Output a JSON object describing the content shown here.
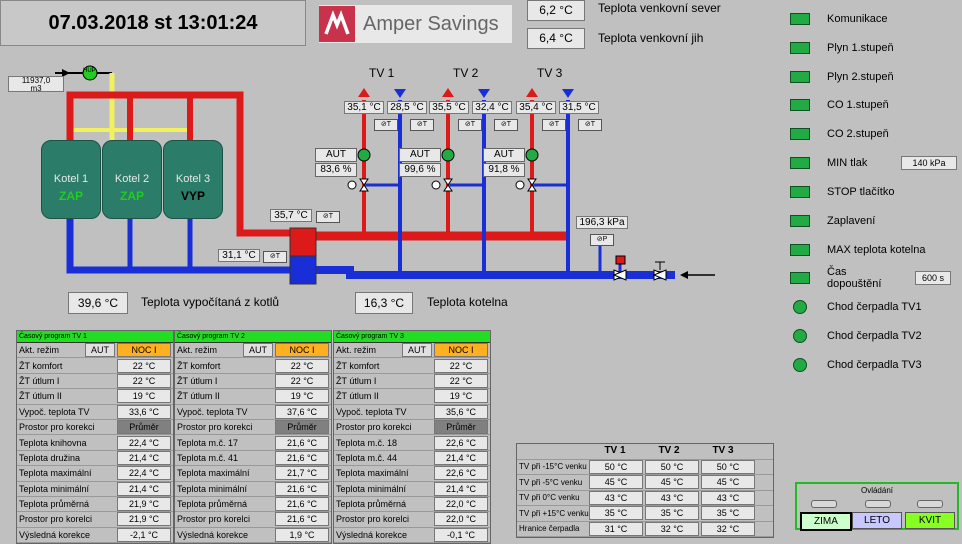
{
  "header": {
    "datetime": "07.03.2018 st 13:01:24",
    "logo_text": "Amper Savings"
  },
  "outdoor": {
    "north_value": "6,2 °C",
    "north_label": "Teplota venkovní sever",
    "south_value": "6,4 °C",
    "south_label": "Teplota venkovní jih"
  },
  "gas_meter": {
    "value": "11937,0",
    "unit": "m3"
  },
  "pump_label": "HUP",
  "boilers": [
    {
      "name": "Kotel 1",
      "state": "ZAP",
      "state_color": "#22cc22"
    },
    {
      "name": "Kotel 2",
      "state": "ZAP",
      "state_color": "#22cc22"
    },
    {
      "name": "Kotel 3",
      "state": "VYP",
      "state_color": "#000000"
    }
  ],
  "circuits": [
    {
      "name": "TV 1",
      "supply": "35,1 °C",
      "return": "28,5 °C",
      "mode": "AUT",
      "valve": "83,6 %"
    },
    {
      "name": "TV 2",
      "supply": "35,5 °C",
      "return": "32,4 °C",
      "mode": "AUT",
      "valve": "99,6 %"
    },
    {
      "name": "TV 3",
      "supply": "35,4 °C",
      "return": "31,5 °C",
      "mode": "AUT",
      "valve": "91,8 %"
    }
  ],
  "plant": {
    "header_temp": "35,7 °C",
    "return_temp": "31,1 °C",
    "pressure": "196,3 kPa",
    "calc_value": "39,6 °C",
    "calc_label": "Teplota vypočítaná z kotlů",
    "boiler_value": "16,3 °C",
    "boiler_label": "Teplota kotelna"
  },
  "status": [
    {
      "label": "Komunikace",
      "value": ""
    },
    {
      "label": "Plyn 1.stupeň",
      "value": ""
    },
    {
      "label": "Plyn 2.stupeň",
      "value": ""
    },
    {
      "label": "CO 1.stupeň",
      "value": ""
    },
    {
      "label": "CO 2.stupeň",
      "value": ""
    },
    {
      "label": "MIN tlak",
      "value": "140 kPa"
    },
    {
      "label": "STOP tlačítko",
      "value": ""
    },
    {
      "label": "Zaplavení",
      "value": ""
    },
    {
      "label": "MAX teplota kotelna",
      "value": ""
    },
    {
      "label": "Čas dopouštění",
      "value": "600 s"
    },
    {
      "label": "Chod čerpadla TV1",
      "value": ""
    },
    {
      "label": "Chod čerpadla TV2",
      "value": ""
    },
    {
      "label": "Chod čerpadla TV3",
      "value": ""
    }
  ],
  "programs": [
    {
      "title": "Časový program TV 1",
      "mode_label": "Akt. režim",
      "mode_aut": "AUT",
      "mode_value": "NOC I",
      "rows": [
        {
          "k": "ŽT komfort",
          "v": "22 °C"
        },
        {
          "k": "ŽT útlum I",
          "v": "22 °C"
        },
        {
          "k": "ŽT útlum II",
          "v": "19 °C"
        },
        {
          "k": "Vypoč. teplota TV",
          "v": "33,6 °C"
        },
        {
          "k": "Prostor pro korekci",
          "v": "Průměr"
        },
        {
          "k": "Teplota knihovna",
          "v": "22,4 °C"
        },
        {
          "k": "Teplota družina",
          "v": "21,4 °C"
        },
        {
          "k": "Teplota maximální",
          "v": "22,4 °C"
        },
        {
          "k": "Teplota minimální",
          "v": "21,4 °C"
        },
        {
          "k": "Teplota průměrná",
          "v": "21,9 °C"
        },
        {
          "k": "Prostor pro korelci",
          "v": "21,9 °C"
        },
        {
          "k": "Výsledná korekce",
          "v": "-2,1 °C"
        }
      ]
    },
    {
      "title": "Časový program TV 2",
      "mode_label": "Akt. režim",
      "mode_aut": "AUT",
      "mode_value": "NOC I",
      "rows": [
        {
          "k": "ŽT komfort",
          "v": "22 °C"
        },
        {
          "k": "ŽT útlum I",
          "v": "22 °C"
        },
        {
          "k": "ŽT útlum II",
          "v": "19 °C"
        },
        {
          "k": "Vypoč. teplota TV",
          "v": "37,6 °C"
        },
        {
          "k": "Prostor pro korekci",
          "v": "Průměr"
        },
        {
          "k": "Teplota m.č. 17",
          "v": "21,6 °C"
        },
        {
          "k": "Teplota m.č. 41",
          "v": "21,6 °C"
        },
        {
          "k": "Teplota maximální",
          "v": "21,7 °C"
        },
        {
          "k": "Teplota minimální",
          "v": "21,6 °C"
        },
        {
          "k": "Teplota průměrná",
          "v": "21,6 °C"
        },
        {
          "k": "Prostor pro korelci",
          "v": "21,6 °C"
        },
        {
          "k": "Výsledná korekce",
          "v": "1,9 °C"
        }
      ]
    },
    {
      "title": "Časový program TV 3",
      "mode_label": "Akt. režim",
      "mode_aut": "AUT",
      "mode_value": "NOC I",
      "rows": [
        {
          "k": "ŽT komfort",
          "v": "22 °C"
        },
        {
          "k": "ŽT útlum I",
          "v": "22 °C"
        },
        {
          "k": "ŽT útlum II",
          "v": "19 °C"
        },
        {
          "k": "Vypoč. teplota TV",
          "v": "35,6 °C"
        },
        {
          "k": "Prostor pro korekci",
          "v": "Průměr"
        },
        {
          "k": "Teplota m.č. 18",
          "v": "22,6 °C"
        },
        {
          "k": "Teplota m.č. 44",
          "v": "21,4 °C"
        },
        {
          "k": "Teplota maximální",
          "v": "22,6 °C"
        },
        {
          "k": "Teplota minimální",
          "v": "21,4 °C"
        },
        {
          "k": "Teplota průměrná",
          "v": "22,0 °C"
        },
        {
          "k": "Prostor pro korelci",
          "v": "22,0 °C"
        },
        {
          "k": "Výsledná korekce",
          "v": "-0,1 °C"
        }
      ]
    }
  ],
  "tv_table": {
    "headers": [
      "TV 1",
      "TV 2",
      "TV 3"
    ],
    "rows": [
      {
        "k": "TV při -15°C venku",
        "v": [
          "50 °C",
          "50 °C",
          "50 °C"
        ]
      },
      {
        "k": "TV při -5°C venku",
        "v": [
          "45 °C",
          "45 °C",
          "45 °C"
        ]
      },
      {
        "k": "TV při 0°C venku",
        "v": [
          "43 °C",
          "43 °C",
          "43 °C"
        ]
      },
      {
        "k": "TV při +15°C venku",
        "v": [
          "35 °C",
          "35 °C",
          "35 °C"
        ]
      },
      {
        "k": "Hranice čerpadla",
        "v": [
          "31 °C",
          "32 °C",
          "32 °C"
        ]
      }
    ]
  },
  "control": {
    "title": "Ovládání",
    "zima": "ZIMA",
    "leto": "LETO",
    "kvit": "KVIT",
    "colors": {
      "zima": "#ccffcc",
      "leto": "#c8c8ff",
      "kvit": "#88ff22"
    }
  },
  "colors": {
    "supply": "#dd1a1a",
    "return": "#1a2ed8",
    "gas": "#f0f060",
    "led": "#22aa44"
  }
}
